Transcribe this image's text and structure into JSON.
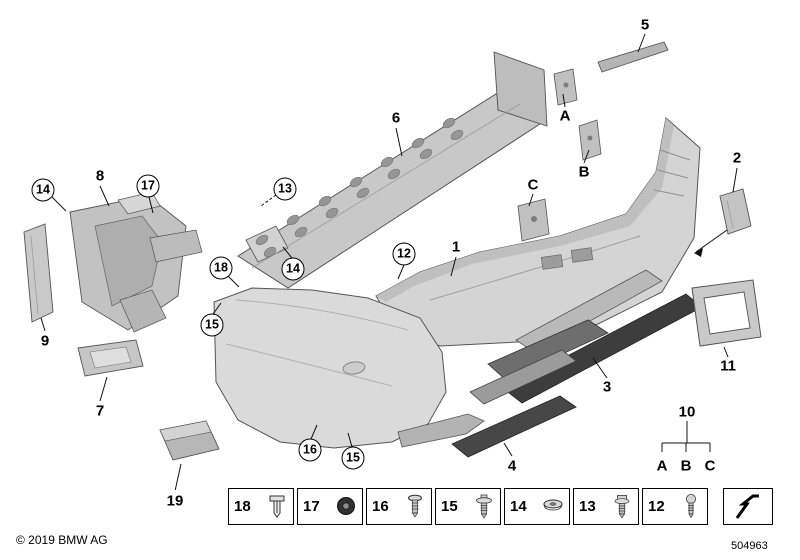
{
  "meta": {
    "copyright": "© 2019 BMW AG",
    "doc_number": "504963"
  },
  "callouts": {
    "plain": [
      "5",
      "A",
      "B",
      "C",
      "6",
      "8",
      "2",
      "1",
      "9",
      "7",
      "3",
      "11",
      "4",
      "10",
      "19",
      "A",
      "B",
      "C"
    ],
    "circled": [
      "14",
      "17",
      "13",
      "18",
      "14",
      "12",
      "15",
      "16",
      "15"
    ]
  },
  "legend": {
    "items": [
      {
        "label": "18",
        "icon": "expansion-clip"
      },
      {
        "label": "17",
        "icon": "rubber-grommet"
      },
      {
        "label": "16",
        "icon": "flange-screw"
      },
      {
        "label": "15",
        "icon": "washer-screw"
      },
      {
        "label": "14",
        "icon": "body-washer"
      },
      {
        "label": "13",
        "icon": "hex-screw"
      },
      {
        "label": "12",
        "icon": "round-head-screw"
      }
    ],
    "symbol_icon": "cross-reference-arrow"
  },
  "colors": {
    "part_gray": "#cdcdcd",
    "dark_trim": "#3f3f3f",
    "line": "#111111"
  }
}
